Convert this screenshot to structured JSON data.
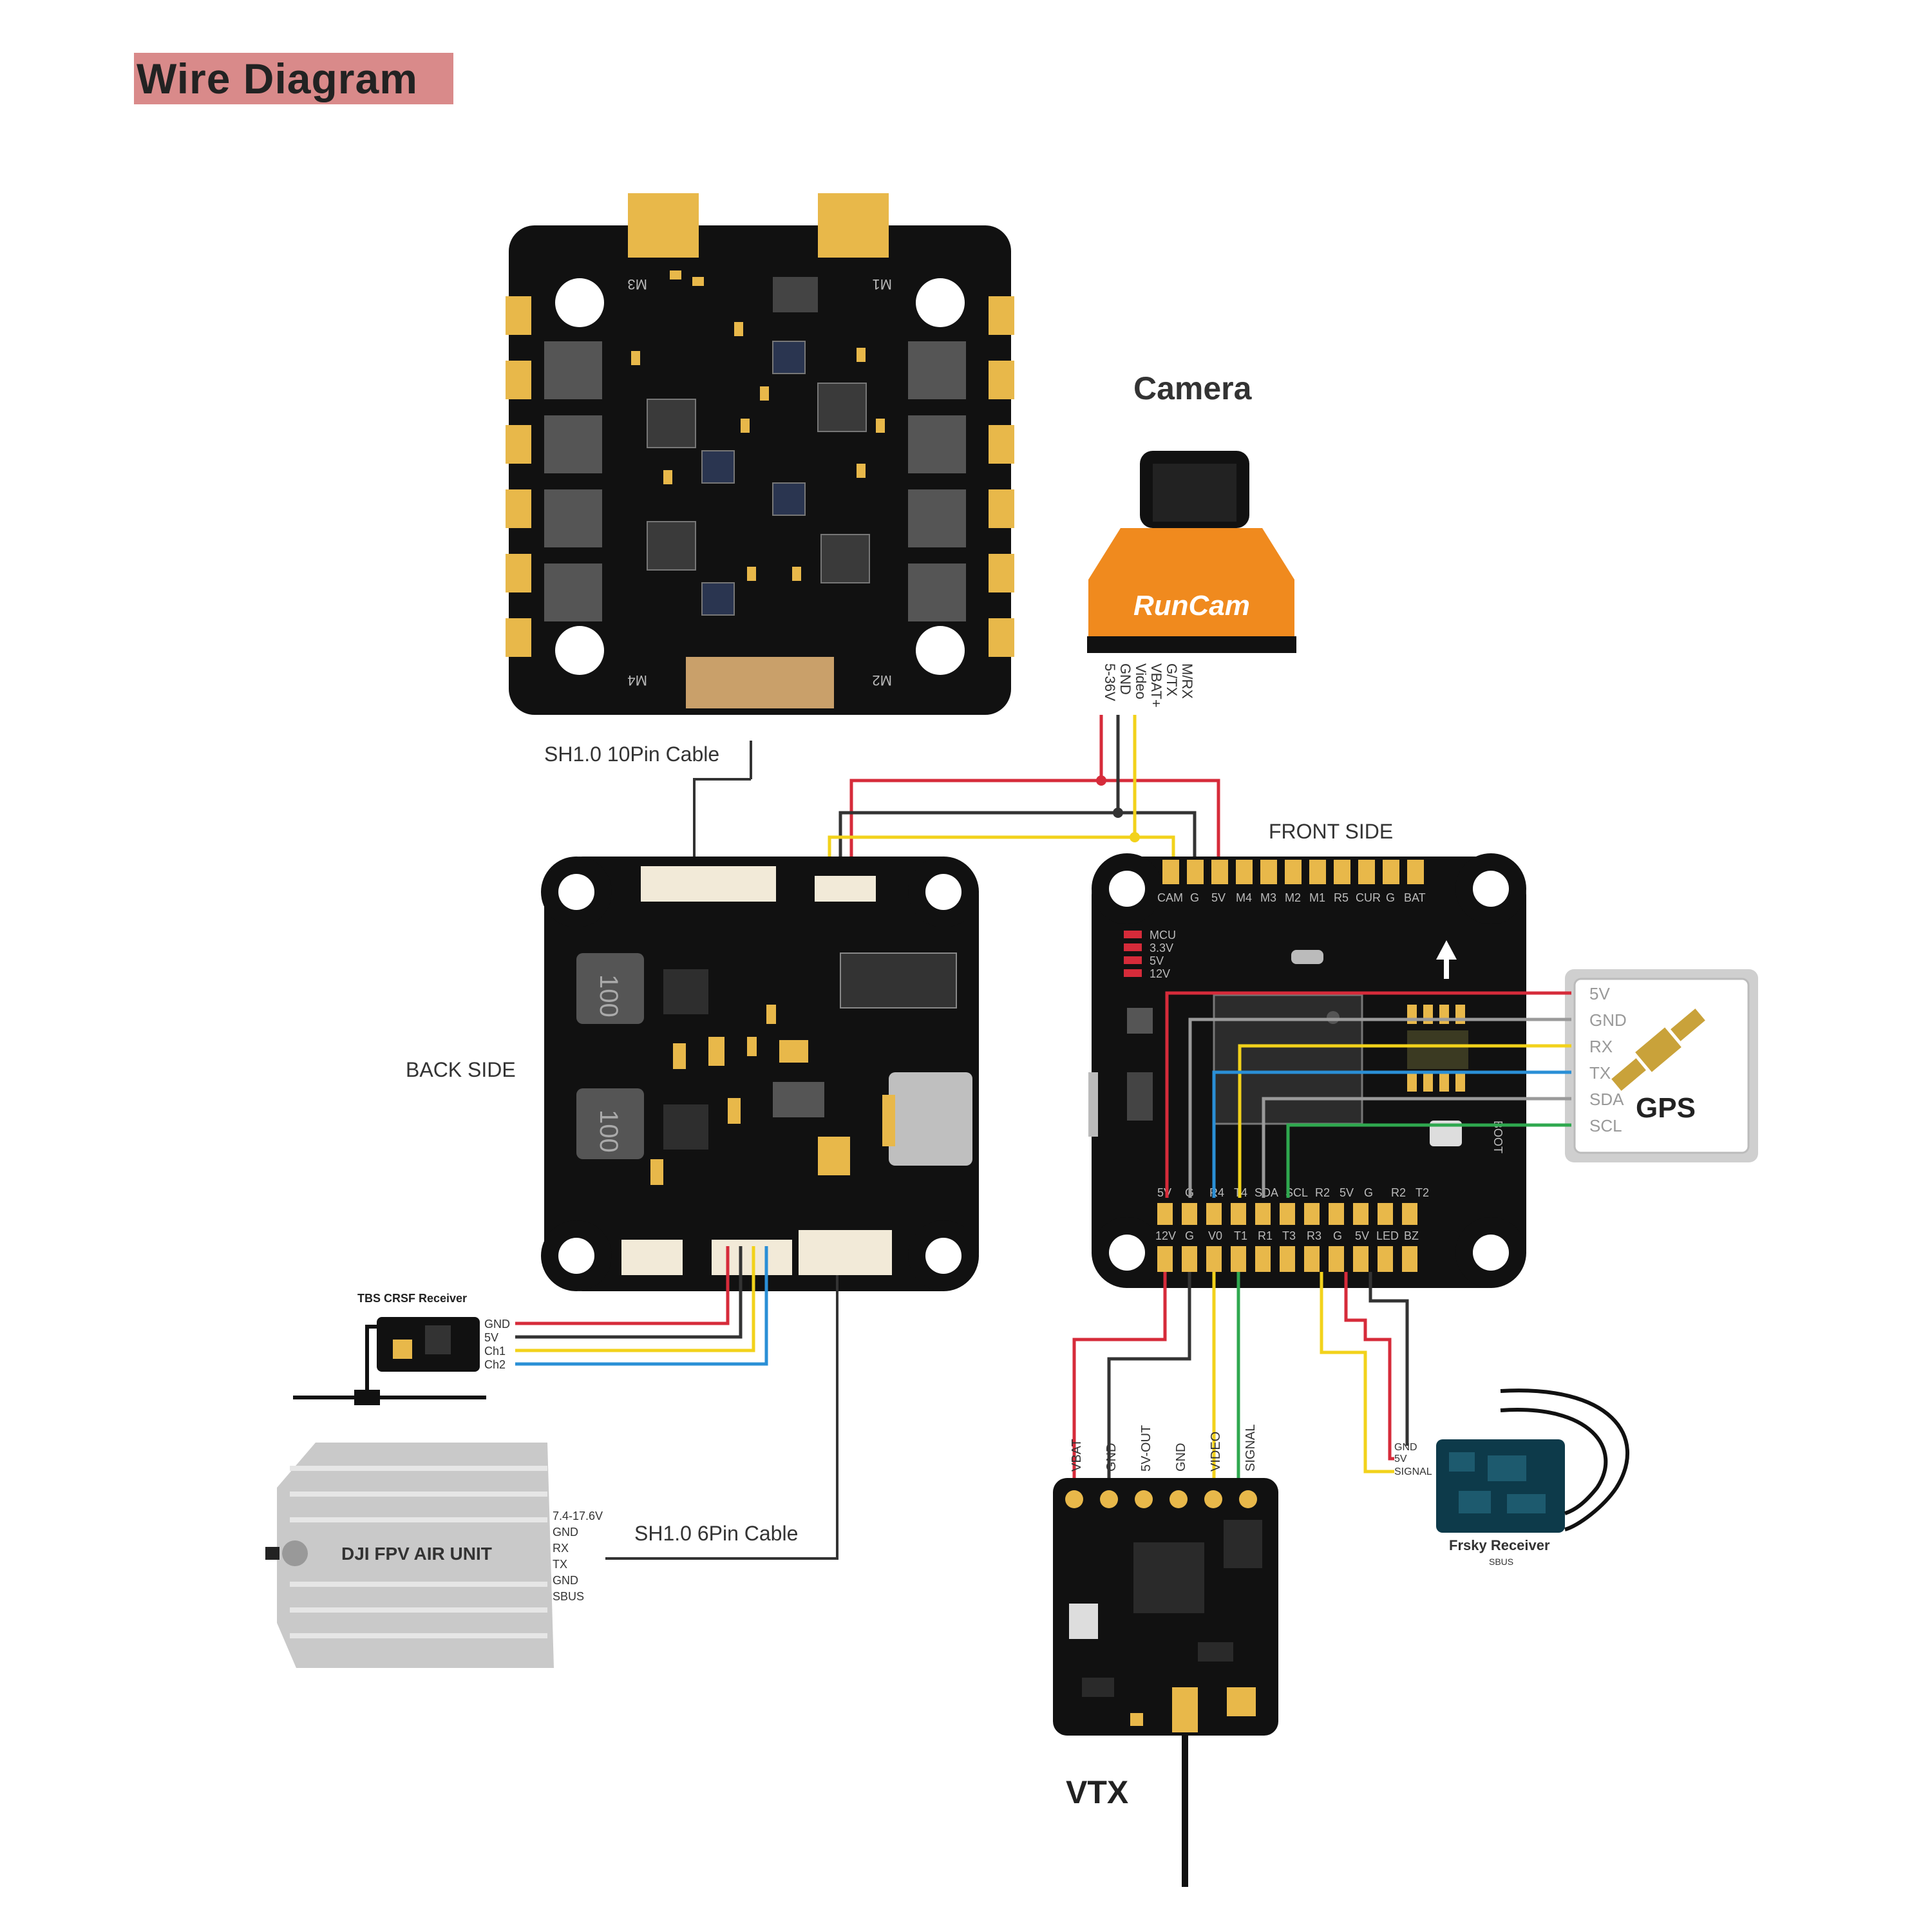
{
  "title": "Wire Diagram",
  "esc": {
    "motor_labels": [
      "M3",
      "M1",
      "M4",
      "M2"
    ]
  },
  "camera": {
    "heading": "Camera",
    "brand": "RunCam",
    "pins": [
      "5-36V",
      "GND",
      "Video",
      "VBAT+",
      "G/TX",
      "M/RX"
    ]
  },
  "cables": {
    "esc_cable": "SH1.0 10Pin  Cable",
    "air_unit_cable": "SH1.0 6Pin  Cable"
  },
  "fc_back": {
    "label": "BACK SIDE",
    "badge_1": "100",
    "badge_2": "100"
  },
  "fc_front": {
    "label": "FRONT SIDE",
    "top_pads": [
      "CAM",
      "G",
      "5V",
      "M4",
      "M3",
      "M2",
      "M1",
      "R5",
      "CUR",
      "G",
      "BAT"
    ],
    "bottom_row_a": [
      "5V",
      "G",
      "R4",
      "T4",
      "SDA",
      "SCL",
      "R2",
      "5V",
      "G",
      "R2",
      "T2"
    ],
    "bottom_row_b": [
      "12V",
      "G",
      "V0",
      "T1",
      "R1",
      "T3",
      "R3",
      "G",
      "5V",
      "LED",
      "BZ"
    ],
    "voltage_labels": [
      "MCU",
      "3.3V",
      "5V",
      "12V"
    ],
    "boot_label": "BOOT"
  },
  "gps": {
    "label": "GPS",
    "pins": [
      "5V",
      "GND",
      "RX",
      "TX",
      "SDA",
      "SCL"
    ]
  },
  "tbs": {
    "title": "TBS CRSF Receiver",
    "pins": [
      "GND",
      "5V",
      "Ch1",
      "Ch2"
    ]
  },
  "dji": {
    "label": "DJI FPV AIR UNIT",
    "pins": [
      "7.4-17.6V",
      "GND",
      "RX",
      "TX",
      "GND",
      "SBUS"
    ]
  },
  "vtx": {
    "label": "VTX",
    "pins": [
      "VBAT",
      "GND",
      "5V-OUT",
      "GND",
      "VIDEO",
      "SIGNAL"
    ]
  },
  "frsky": {
    "title": "Frsky Receiver",
    "subtitle": "SBUS",
    "pins": [
      "GND",
      "5V",
      "SIGNAL"
    ]
  },
  "colors": {
    "wire_red": "#d62b3a",
    "wire_black": "#333333",
    "wire_yellow": "#f2d21b",
    "wire_blue": "#2a8fd6",
    "wire_grey": "#9a9a9a",
    "wire_green": "#2fa84f",
    "pcb": "#111111",
    "gold": "#e8b84a",
    "camera_orange": "#f08a1e"
  }
}
